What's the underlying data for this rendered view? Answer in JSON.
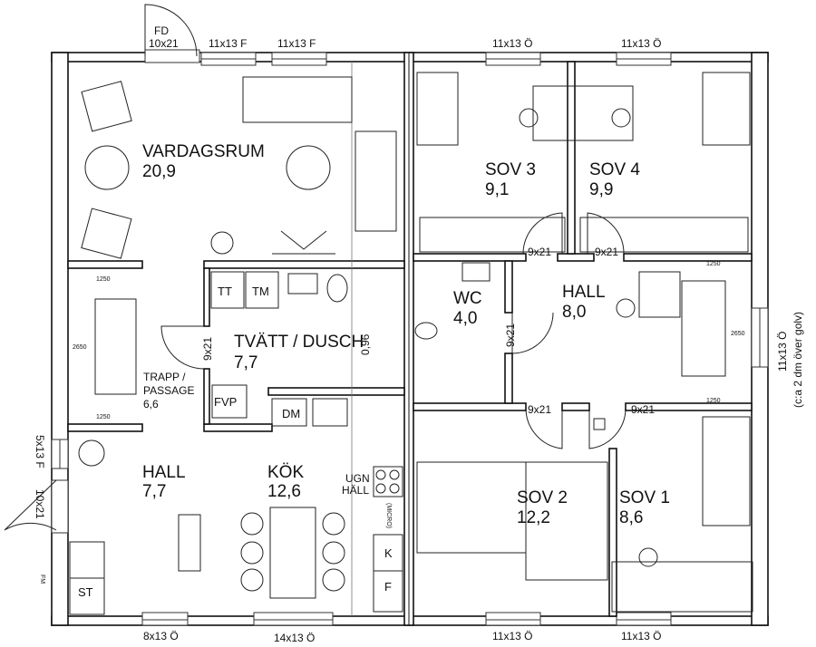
{
  "rooms": {
    "vardagsrum": {
      "name": "VARDAGSRUM",
      "area": "20,9"
    },
    "tvatt": {
      "name": "TVÄTT / DUSCH",
      "area": "7,7"
    },
    "trapp": {
      "name1": "TRAPP /",
      "name2": "PASSAGE",
      "area": "6,6"
    },
    "hall_left": {
      "name": "HALL",
      "area": "7,7"
    },
    "kok": {
      "name": "KÖK",
      "area": "12,6"
    },
    "sov3": {
      "name": "SOV 3",
      "area": "9,1"
    },
    "sov4": {
      "name": "SOV 4",
      "area": "9,9"
    },
    "wc": {
      "name": "WC",
      "area": "4,0"
    },
    "hall_right": {
      "name": "HALL",
      "area": "8,0"
    },
    "sov2": {
      "name": "SOV 2",
      "area": "12,2"
    },
    "sov1": {
      "name": "SOV 1",
      "area": "8,6"
    }
  },
  "doors": {
    "front": {
      "type": "FD",
      "size": "10x21"
    },
    "side": "10x21",
    "tvatt": "9x21",
    "sov3": "9x21",
    "sov4": "9x21",
    "wc": "9x21",
    "sov2": "9x21",
    "sov1": "9x21"
  },
  "windows": {
    "top_left_1": "11x13 F",
    "top_left_2": "11x13 F",
    "top_right_1": "11x13 Ö",
    "top_right_2": "11x13 Ö",
    "left": "5x13 F",
    "bottom_1": "8x13 Ö",
    "bottom_2": "14x13 Ö",
    "bottom_3": "11x13 Ö",
    "bottom_4": "11x13 Ö",
    "right": "11x13 Ö",
    "right_note": "(c:a 2 dm över golv)"
  },
  "fixtures": {
    "tt": "TT",
    "tm": "TM",
    "fvp": "FVP",
    "dm": "DM",
    "ugn": "UGN",
    "hall": "HÄLL",
    "micro": "(MICRO)",
    "k": "K",
    "f": "F",
    "st": "ST",
    "fm": "FM",
    "shower": "0,96"
  },
  "dimensions": {
    "left_top": "1250",
    "left_side": "2650",
    "left_bottom": "1250",
    "right_top": "1250",
    "right_side": "2650",
    "right_bottom": "1250"
  }
}
